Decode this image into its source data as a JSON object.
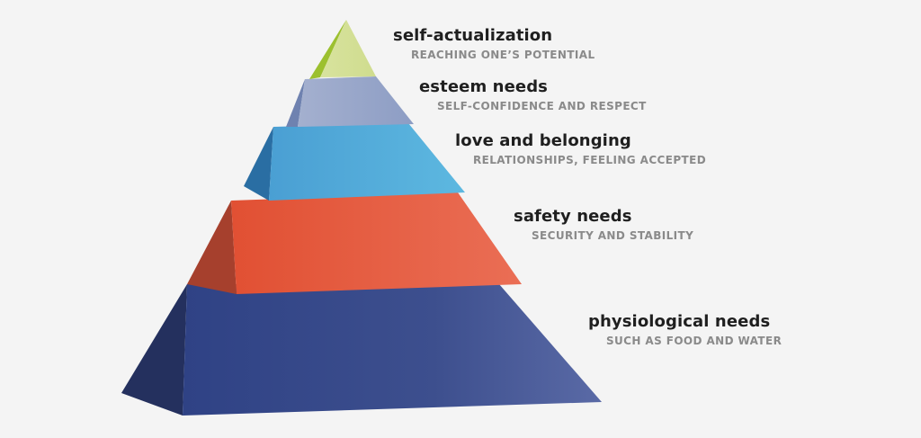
{
  "levels": [
    {
      "key": "self_actualization",
      "title": "self-actualization",
      "subtitle": "REACHING ONE’S POTENTIAL",
      "color": "#d6e09a",
      "shade": "#a3c33a"
    },
    {
      "key": "esteem",
      "title": "esteem needs",
      "subtitle": "SELF-CONFIDENCE AND RESPECT",
      "color": "#97a6c9",
      "shade": "#7388b7"
    },
    {
      "key": "love",
      "title": "love and belonging",
      "subtitle": "RELATIONSHIPS, FEELING ACCEPTED",
      "color": "#4aa6d6",
      "shade": "#2d7bb0"
    },
    {
      "key": "safety",
      "title": "safety needs",
      "subtitle": "SECURITY AND STABILITY",
      "color": "#e35a3f",
      "shade": "#b2402d"
    },
    {
      "key": "physiological",
      "title": "physiological needs",
      "subtitle": "SUCH AS FOOD AND WATER",
      "color": "#3d4e8c",
      "shade": "#24305f"
    }
  ]
}
